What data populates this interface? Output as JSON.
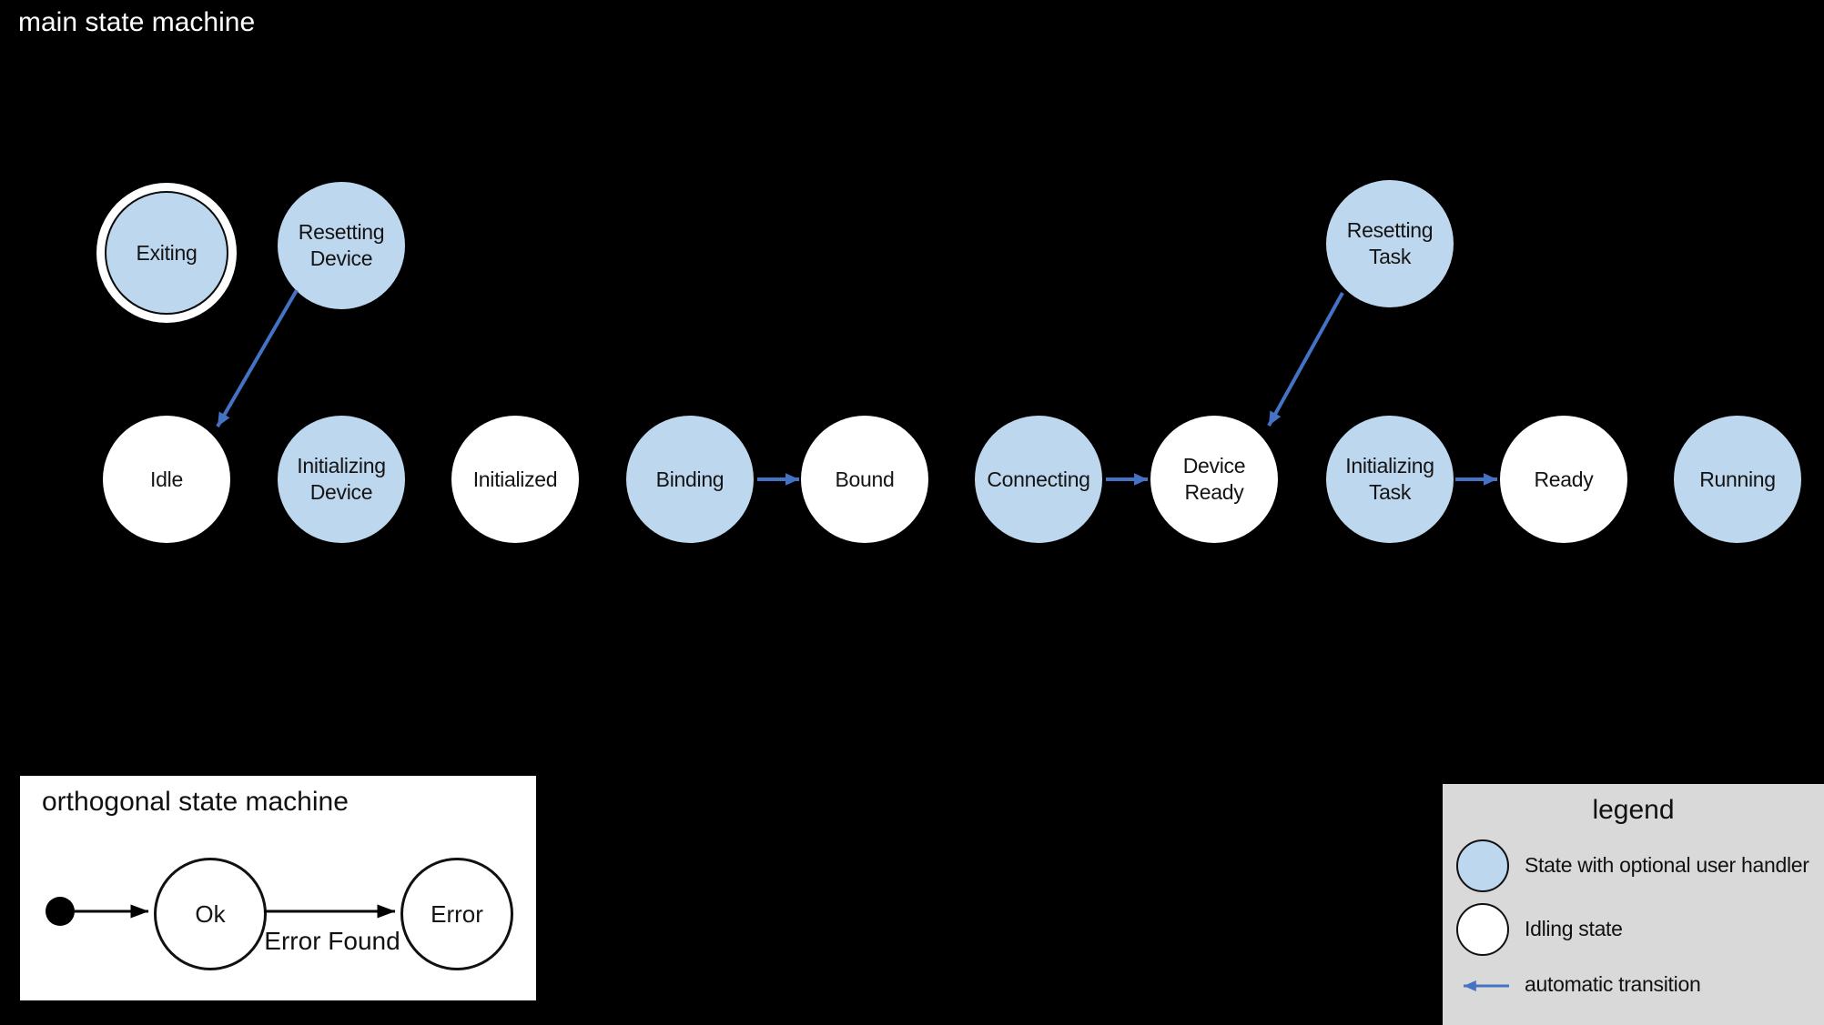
{
  "main": {
    "title": "main state machine",
    "states": {
      "exiting": "Exiting",
      "resetting_device": "Resetting\nDevice",
      "resetting_task": "Resetting\nTask",
      "idle": "Idle",
      "initializing_device": "Initializing\nDevice",
      "initialized": "Initialized",
      "binding": "Binding",
      "bound": "Bound",
      "connecting": "Connecting",
      "device_ready": "Device\nReady",
      "initializing_task": "Initializing\nTask",
      "ready": "Ready",
      "running": "Running"
    },
    "transitions": [
      {
        "from": "Resetting Device",
        "to": "Idle",
        "type": "automatic"
      },
      {
        "from": "Binding",
        "to": "Bound",
        "type": "automatic"
      },
      {
        "from": "Connecting",
        "to": "Device Ready",
        "type": "automatic"
      },
      {
        "from": "Resetting Task",
        "to": "Device Ready",
        "type": "automatic"
      },
      {
        "from": "Initializing Task",
        "to": "Ready",
        "type": "automatic"
      }
    ]
  },
  "orthogonal": {
    "title": "orthogonal state machine",
    "states": {
      "ok": "Ok",
      "error": "Error"
    },
    "transition_label": "Error Found",
    "transitions": [
      {
        "from": "initial",
        "to": "Ok"
      },
      {
        "from": "Ok",
        "to": "Error",
        "label": "Error Found"
      }
    ]
  },
  "legend": {
    "title": "legend",
    "items": [
      {
        "symbol": "blue-state-circle",
        "label": "State with optional user handler"
      },
      {
        "symbol": "white-state-circle",
        "label": "Idling state"
      },
      {
        "symbol": "blue-arrow",
        "label": "automatic transition"
      }
    ]
  },
  "colors": {
    "background": "#000000",
    "user_handler_state_fill": "#BDD7EE",
    "idling_state_fill": "#FFFFFF",
    "automatic_transition_arrow": "#4472C4",
    "legend_background": "#D9D9D9",
    "outline": "#000000"
  }
}
